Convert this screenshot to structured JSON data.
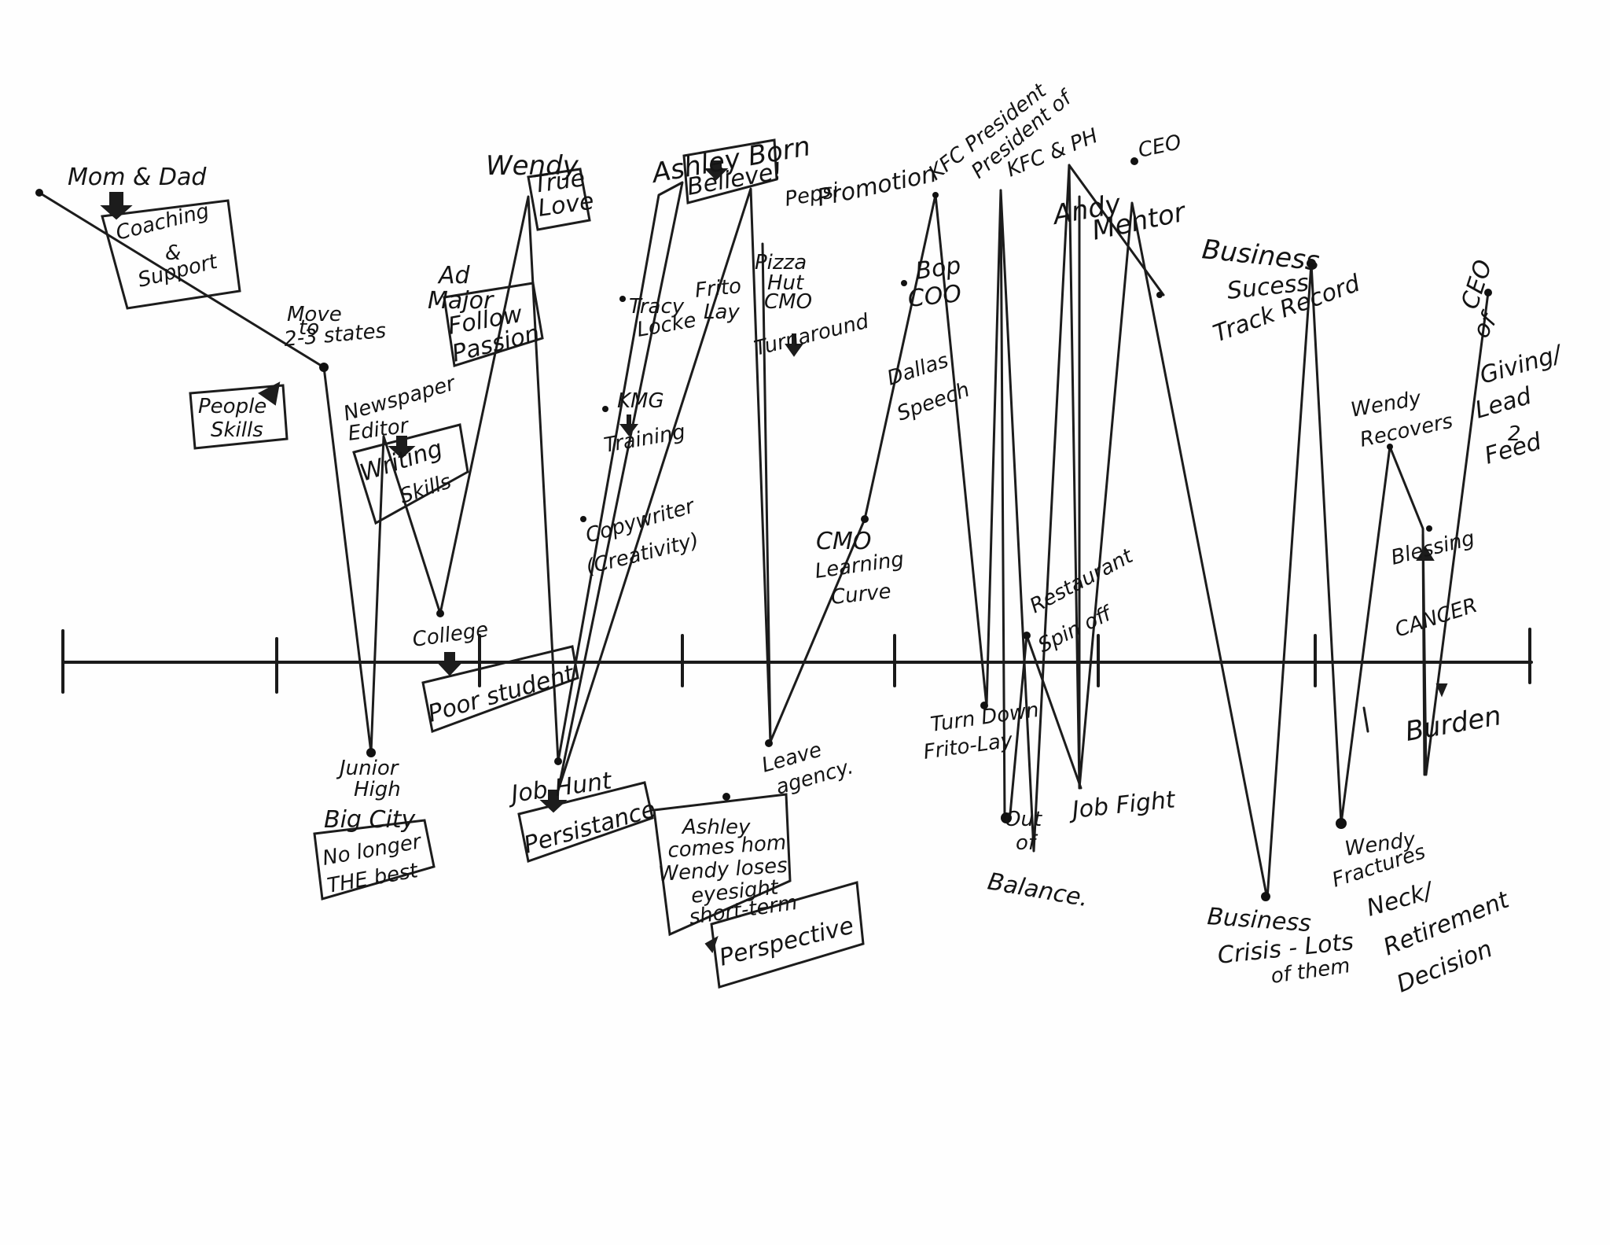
{
  "labels": {
    "mom_dad": "Mom & Dad",
    "coaching": "Coaching",
    "amp1": "&",
    "support": "Support",
    "move": "Move",
    "to": "to",
    "states": "2-3 states",
    "people": "People",
    "skills1": "Skills",
    "junior": "Junior",
    "high": "High",
    "big_city": "Big City",
    "no_longer": "No longer",
    "the_best": "THE best",
    "newspaper": "Newspaper",
    "editor": "Editor",
    "writing": "Writing",
    "skills2": "Skills",
    "ad": "Ad",
    "major": "Major",
    "follow": "Follow",
    "passion": "Passion",
    "college": "College",
    "poor_student": "Poor student",
    "wendy": "Wendy",
    "true": "True",
    "love": "Love",
    "job_hunt": "Job Hunt",
    "persistance": "Persistance",
    "ashley_born": "Ashley Born",
    "believe": "Believe!",
    "tracy": "Tracy",
    "locke": "Locke",
    "kmg": "KMG",
    "training": "Training",
    "copywriter": "Copywriter",
    "creativity": "(Creativity)",
    "frito": "Frito",
    "lay": "Lay",
    "ashley_comes": "Ashley",
    "comes_home": "comes hom",
    "wendy_loses": "Wendy loses",
    "eyesight": "eyesight",
    "short_term": "short-term",
    "perspective": "Perspective",
    "pepsi": "Pepsi",
    "promotion": "Promotion",
    "pizza": "Pizza",
    "hut": "Hut",
    "cmo": "CMO",
    "turnaround": "Turnaround",
    "leave": "Leave",
    "agency": "agency.",
    "kfc_president": "KFC President",
    "president_of": "President of",
    "kfc_ph": "KFC & PH",
    "bop": "Bop",
    "coo": "COO",
    "dallas": "Dallas",
    "speech": "Speech",
    "cmo2": "CMO",
    "learning": "Learning",
    "curve": "Curve",
    "turn_down": "Turn Down",
    "frito_lay2": "Frito-Lay",
    "out": "Out",
    "of": "of",
    "balance": "Balance.",
    "restaurant": "Restaurant",
    "spinoff": "Spin off",
    "andy": "Andy",
    "mentor": "Mentor",
    "ceo": "CEO",
    "job_fight": "Job Fight",
    "business": "Business",
    "sucess": "Sucess",
    "track_record": "Track Record",
    "business2": "Business",
    "crisis": "Crisis - Lots",
    "of_them": "of them",
    "wendy_recovers1": "Wendy",
    "recovers": "Recovers",
    "blessing": "Blessing",
    "cancer": "CANCER",
    "burden": "Burden",
    "wendy_fr": "Wendy",
    "fractures": "Fractures",
    "neck": "Neck/",
    "retirement": "Retirement",
    "decision": "Decision",
    "ceo2": "CEO",
    "of2": "of",
    "giving": "Giving/",
    "lead": "Lead",
    "two": "2",
    "feed": "Feed"
  },
  "colors": {
    "ink": "#1c1c1c",
    "paper": "#fefefe"
  }
}
